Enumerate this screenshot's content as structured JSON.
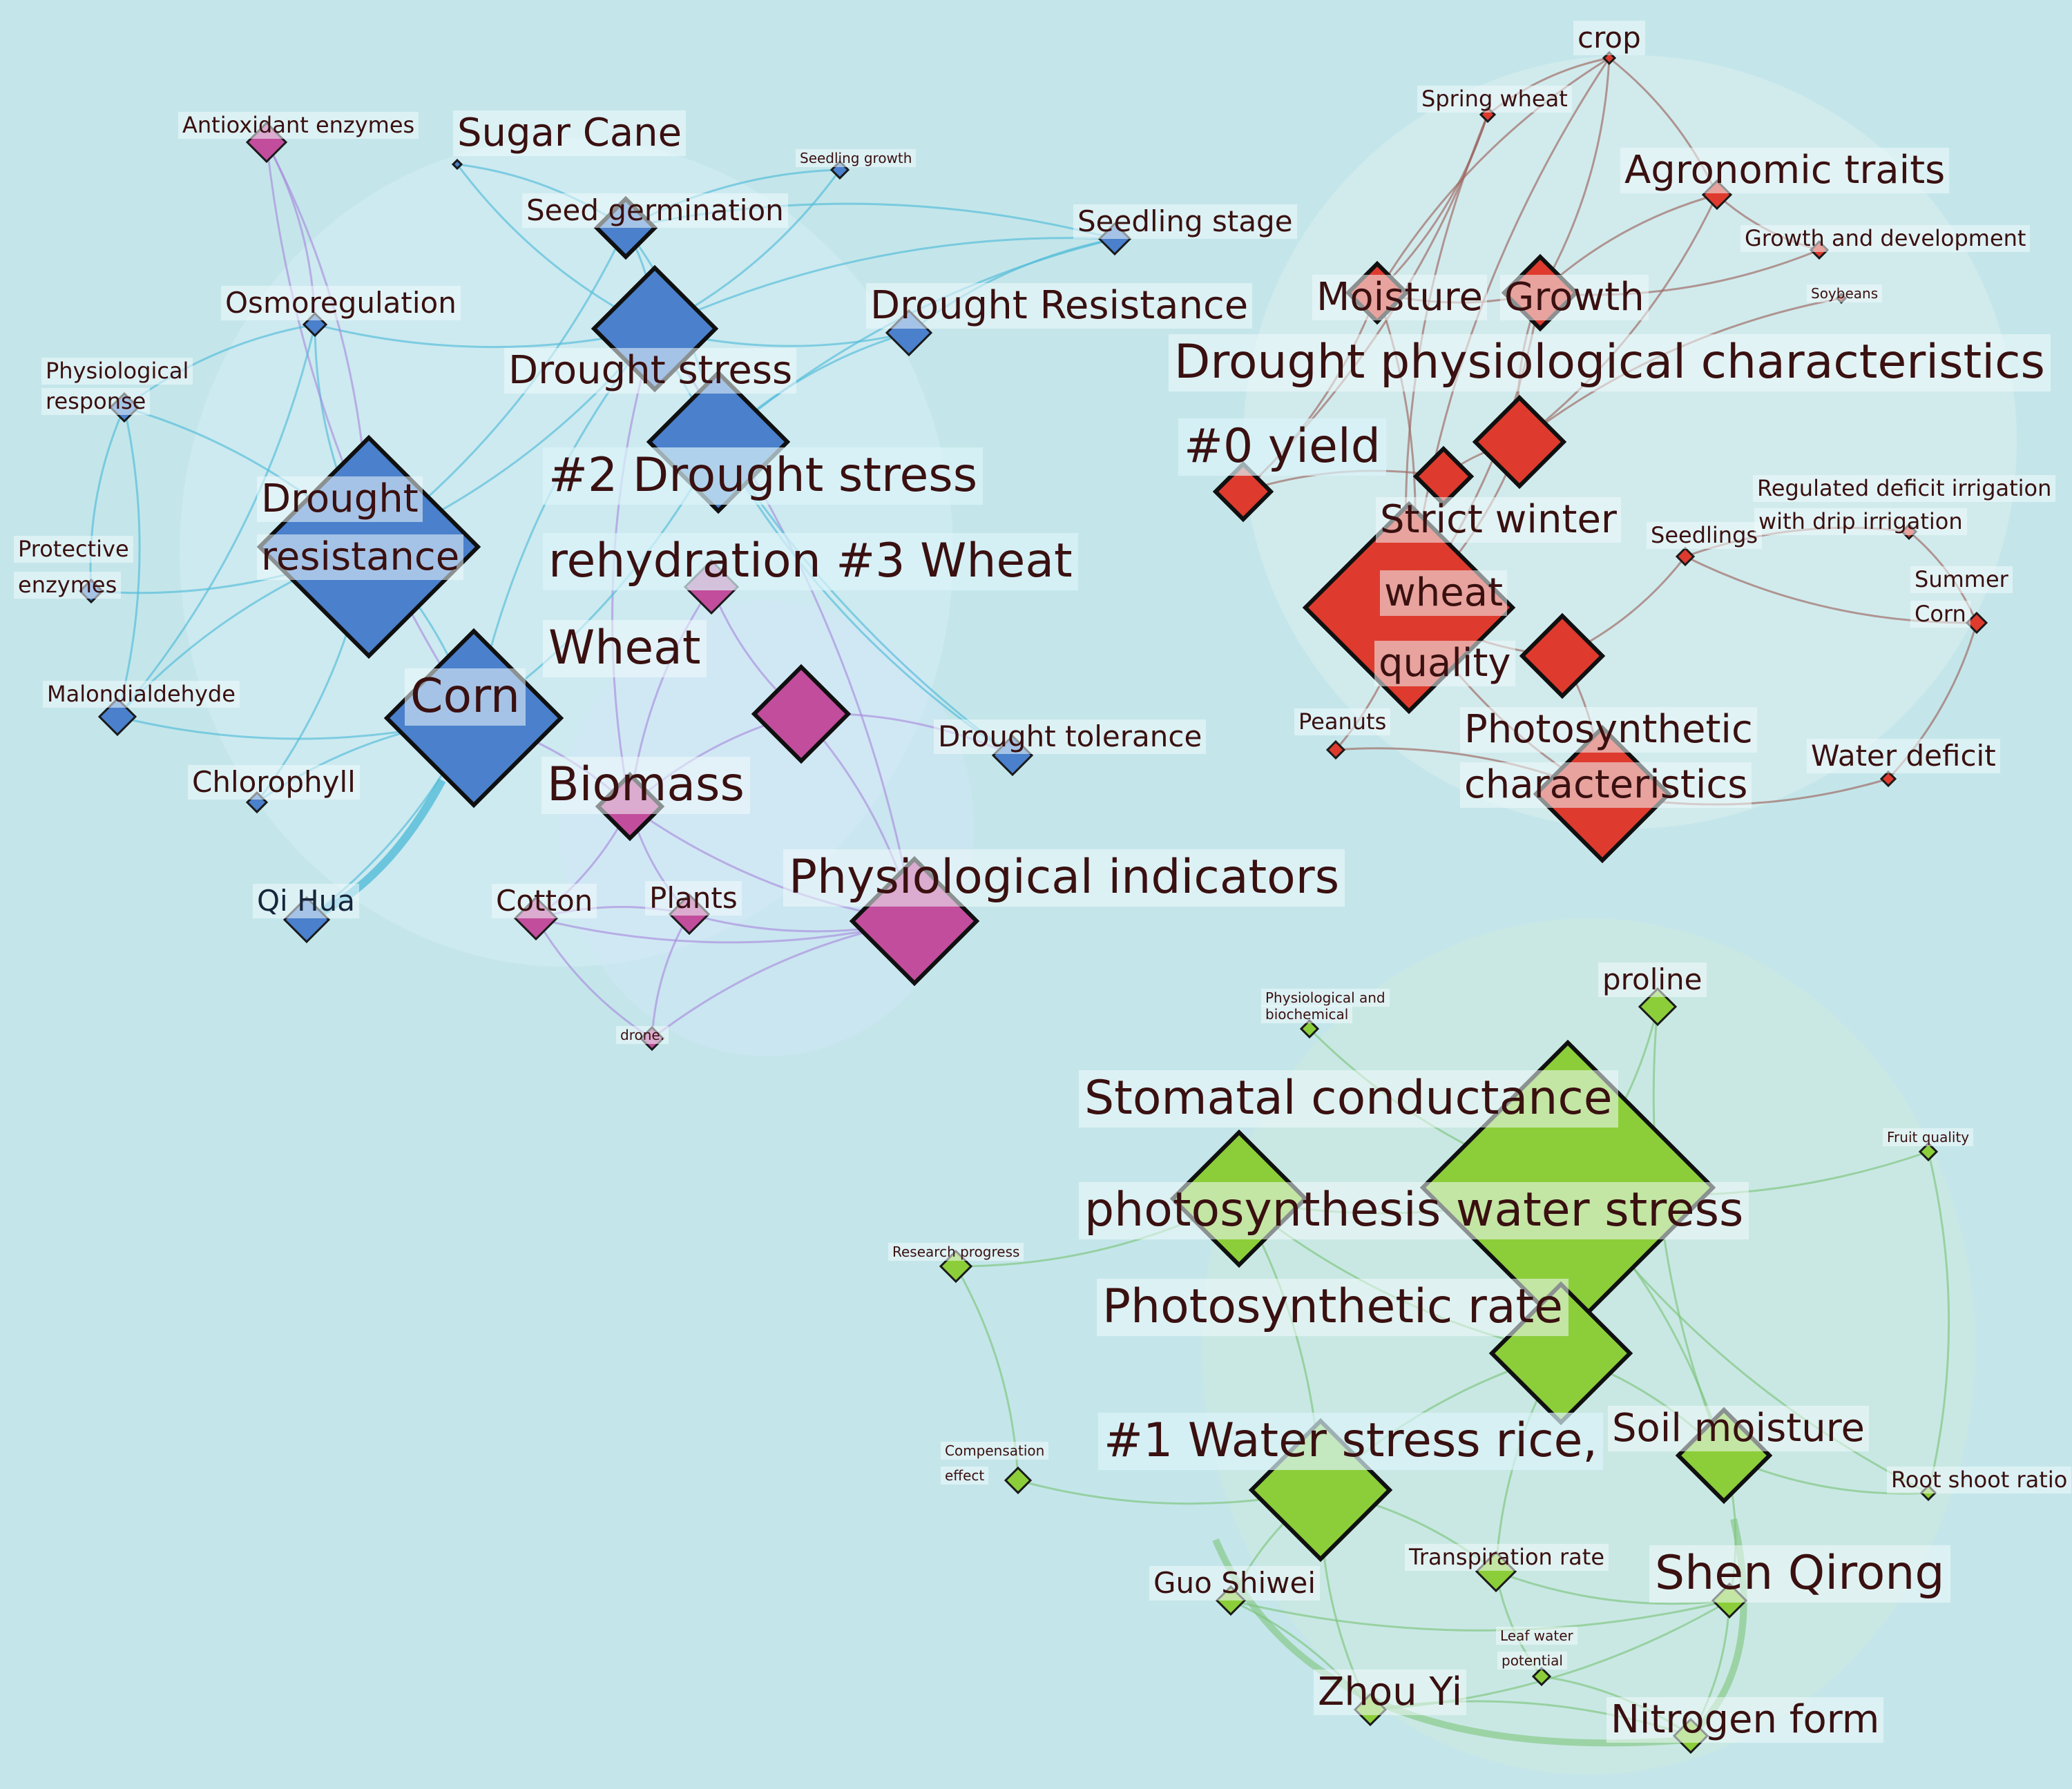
{
  "colors": {
    "background": "#c4e6ea",
    "cluster_blue": "#4a80cc",
    "cluster_pink": "#c24d9c",
    "cluster_red": "#de3b2e",
    "cluster_green": "#8cce3a",
    "edge_blue": "#52bcd8",
    "edge_purple": "#a98ddd",
    "edge_red": "#9c6560",
    "edge_green": "#7ec47c"
  },
  "cluster_labels": {
    "c0": "#0 yield",
    "c1": "#1 Water stress rice,",
    "c2": "#2 Drought stress",
    "c3": "rehydration #3 Wheat"
  },
  "nodes": {
    "drought_stress": "Drought stress",
    "drought_resistance_main": [
      "Drought",
      "resistance"
    ],
    "corn": "Corn",
    "wheat": "Wheat",
    "biomass": "Biomass",
    "physiological_indicators": "Physiological indicators",
    "antioxidant_enzymes": "Antioxidant enzymes",
    "sugar_cane": "Sugar Cane",
    "seedling_growth": "Seedling growth",
    "seed_germination": "Seed germination",
    "seedling_stage": "Seedling stage",
    "osmoregulation": "Osmoregulation",
    "drought_resistance_cap": "Drought Resistance",
    "physiological_response": [
      "Physiological",
      "response"
    ],
    "protective_enzymes": [
      "Protective",
      "enzymes"
    ],
    "malondialdehyde": "Malondialdehyde",
    "chlorophyll": "Chlorophyll",
    "qi_hua": "Qi Hua",
    "cotton": "Cotton",
    "plants": "Plants",
    "drone": "drone.",
    "drought_tolerance": "Drought tolerance",
    "crop": "crop",
    "spring_wheat": "Spring wheat",
    "agronomic_traits": "Agronomic traits",
    "growth_and_development": "Growth and development",
    "soybeans": "Soybeans",
    "moisture": "Moisture",
    "growth": "Growth",
    "drought_physiological": "Drought physiological characteristics",
    "strict_winter": "Strict winter",
    "wheat_quality": [
      "wheat",
      "quality"
    ],
    "seedlings": "Seedlings",
    "regulated_deficit": [
      "Regulated deficit irrigation",
      "with drip irrigation"
    ],
    "summer_corn": [
      "Summer",
      "Corn"
    ],
    "peanuts": "Peanuts",
    "photosynthetic_characteristics": [
      "Photosynthetic",
      "characteristics"
    ],
    "water_deficit": "Water deficit",
    "proline": "proline",
    "physio_biochemical": [
      "Physiological and",
      "biochemical"
    ],
    "fruit_quality": "Fruit quality",
    "stomatal_conductance": "Stomatal conductance",
    "photosynthesis_water_stress": "photosynthesis water stress",
    "research_progress": "Research progress",
    "photosynthetic_rate": "Photosynthetic rate",
    "compensation_effect": [
      "Compensation",
      "effect"
    ],
    "soil_moisture": "Soil moisture",
    "root_shoot_ratio": "Root shoot ratio",
    "transpiration_rate": "Transpiration rate",
    "guo_shiwei": "Guo Shiwei",
    "shen_qirong": "Shen Qirong",
    "leaf_water_potential": [
      "Leaf water",
      "potential"
    ],
    "zhou_yi": "Zhou Yi",
    "nitrogen_form": "Nitrogen form"
  }
}
